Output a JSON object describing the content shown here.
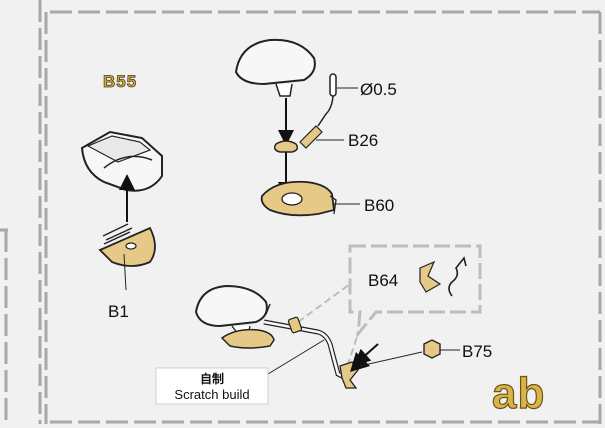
{
  "labels": {
    "b55": "B55",
    "b1": "B1",
    "diameter": "Ø0.5",
    "b26": "B26",
    "b60": "B60",
    "b64": "B64",
    "b75": "B75",
    "scratch_cn": "自制",
    "scratch_en": "Scratch build",
    "step": "ab"
  },
  "colors": {
    "brass": "#e6c987",
    "brass_dark": "#8a6a2a",
    "plastic": "#f7f7f7",
    "outline": "#222222",
    "frame": "#a8a8a8",
    "callout": "#bdbdbd",
    "step_gold": "#d8b449"
  },
  "icons": {
    "callout_arrow": "filled-arrow-icon",
    "leader": "leader-line"
  }
}
